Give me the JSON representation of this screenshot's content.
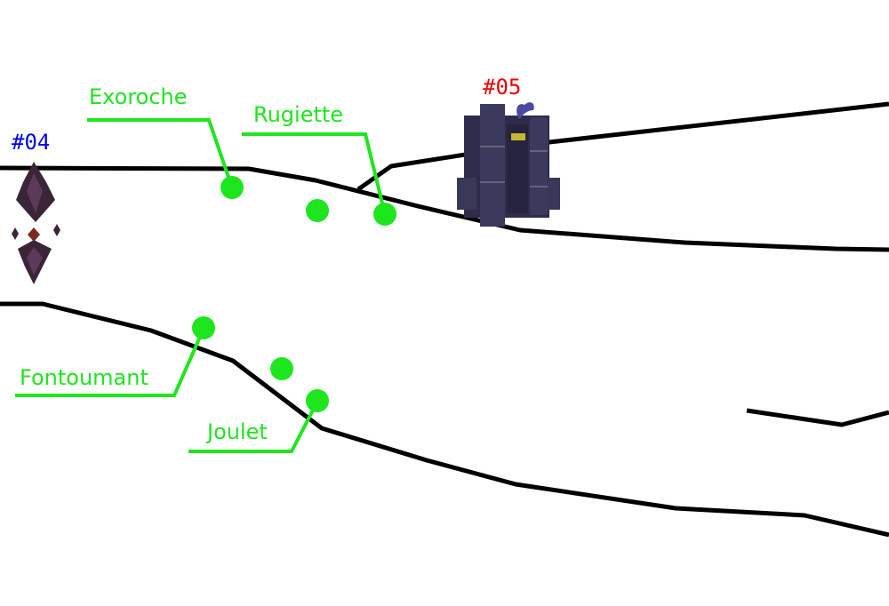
{
  "markers": [
    {
      "id": "#04",
      "color": "#0000ee"
    },
    {
      "id": "#05",
      "color": "#ee0000"
    }
  ],
  "locations": [
    {
      "name": "Exoroche"
    },
    {
      "name": "Rugiette"
    },
    {
      "name": "Fontoumant"
    },
    {
      "name": "Joulet"
    }
  ],
  "colors": {
    "location": "#1ee61e",
    "road": "#000000"
  }
}
